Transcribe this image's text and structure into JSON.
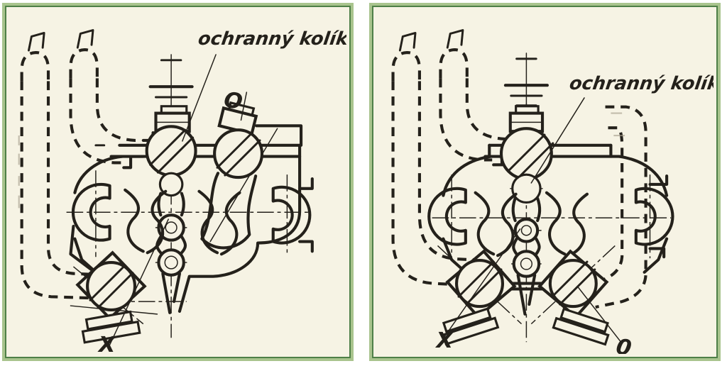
{
  "colors": {
    "page_bg": "#ffffff",
    "panel_bg": "#f6f3e4",
    "ink": "#24211b",
    "frame_outer": "#a9c48e",
    "frame_inner": "#4e7f47"
  },
  "panels": [
    {
      "side": "left",
      "pin_label": "ochranný kolík",
      "marker_o": "O",
      "marker_x": "X"
    },
    {
      "side": "right",
      "pin_label": "ochranný kolík",
      "marker_o": "0",
      "marker_x": "X"
    }
  ]
}
